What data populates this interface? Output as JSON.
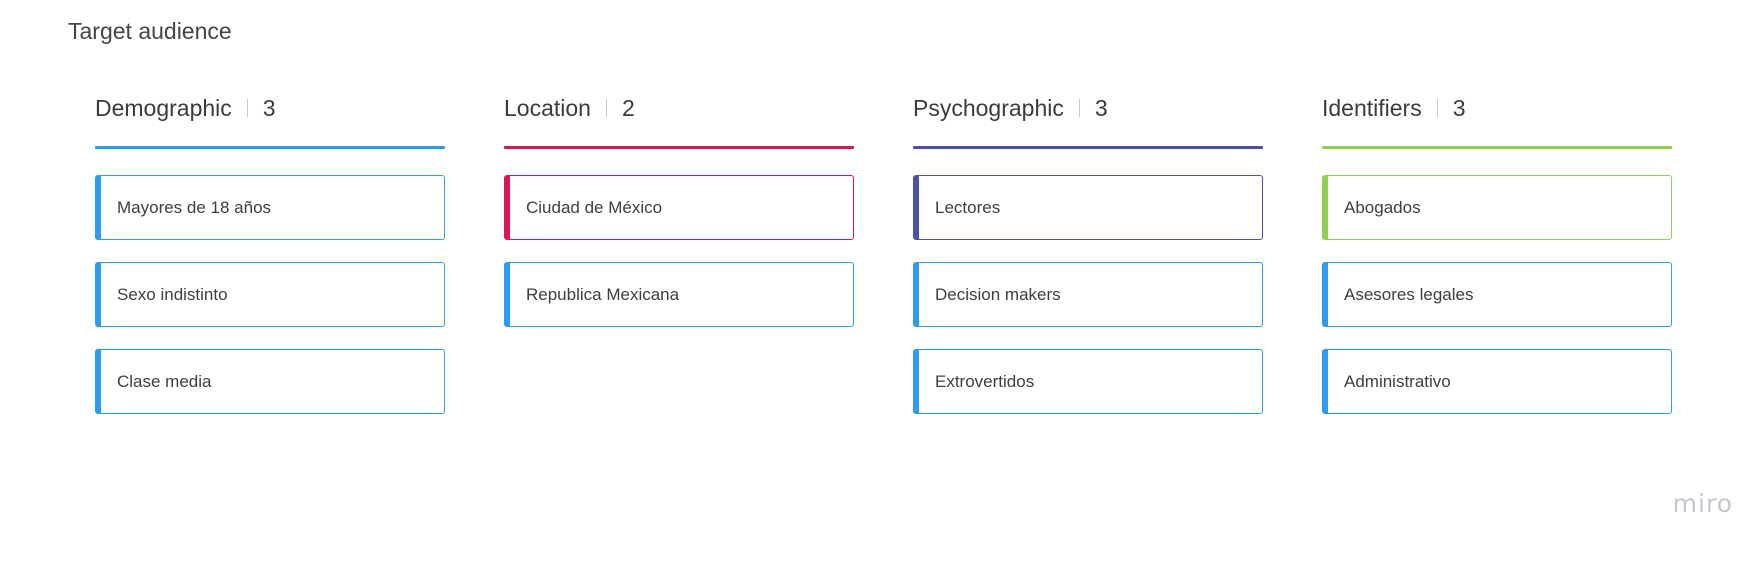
{
  "page": {
    "title": "Target audience"
  },
  "columns": [
    {
      "title": "Demographic",
      "count": "3",
      "color": "#2d9bf0",
      "cards": [
        {
          "label": "Mayores de 18 años",
          "color": "#2d9bf0"
        },
        {
          "label": "Sexo indistinto",
          "color": "#2d9bf0"
        },
        {
          "label": "Clase media",
          "color": "#2d9bf0"
        }
      ]
    },
    {
      "title": "Location",
      "count": "2",
      "color": "#d6175e",
      "cards": [
        {
          "label": "Ciudad de México",
          "color": "#d6175e"
        },
        {
          "label": "Republica Mexicana",
          "color": "#2d9bf0"
        }
      ]
    },
    {
      "title": "Psychographic",
      "count": "3",
      "color": "#4a4fb0",
      "cards": [
        {
          "label": "Lectores",
          "color": "#4a4fb0"
        },
        {
          "label": "Decision makers",
          "color": "#2d9bf0"
        },
        {
          "label": "Extrovertidos",
          "color": "#2d9bf0"
        }
      ]
    },
    {
      "title": "Identifiers",
      "count": "3",
      "color": "#8fd14f",
      "cards": [
        {
          "label": "Abogados",
          "color": "#8fd14f"
        },
        {
          "label": "Asesores legales",
          "color": "#2d9bf0"
        },
        {
          "label": "Administrativo",
          "color": "#2d9bf0"
        }
      ]
    }
  ],
  "watermark": {
    "text": "miro"
  }
}
